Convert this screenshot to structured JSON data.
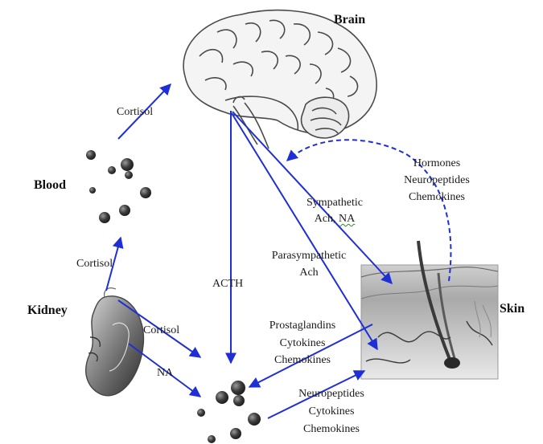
{
  "organs": {
    "brain": "Brain",
    "blood": "Blood",
    "kidney": "Kidney",
    "skin": "Skin"
  },
  "signals": {
    "cortisol_blood_to_brain": "Cortisol",
    "cortisol_kidney_to_blood": "Cortisol",
    "cortisol_kidney_to_cells": "Cortisol",
    "na_kidney_to_cells": "NA",
    "acth": "ACTH",
    "sympathetic": "Sympathetic",
    "sympathetic_transmitters_prefix": "Ach, ",
    "sympathetic_transmitters_suffix": "NA",
    "parasympathetic": "Parasympathetic",
    "parasympathetic_transmitter": "Ach",
    "skin_to_brain": [
      "Hormones",
      "Neuropeptides",
      "Chemokines"
    ],
    "skin_to_cells": [
      "Prostaglandins",
      "Cytokines",
      "Chemokines"
    ],
    "cells_to_skin": [
      "Neuropeptides",
      "Cytokines",
      "Chemokines"
    ]
  },
  "colors": {
    "arrow": "#1f2fd6",
    "cell": "#3a3a3a",
    "organ_gray": "#8a8a8a"
  }
}
